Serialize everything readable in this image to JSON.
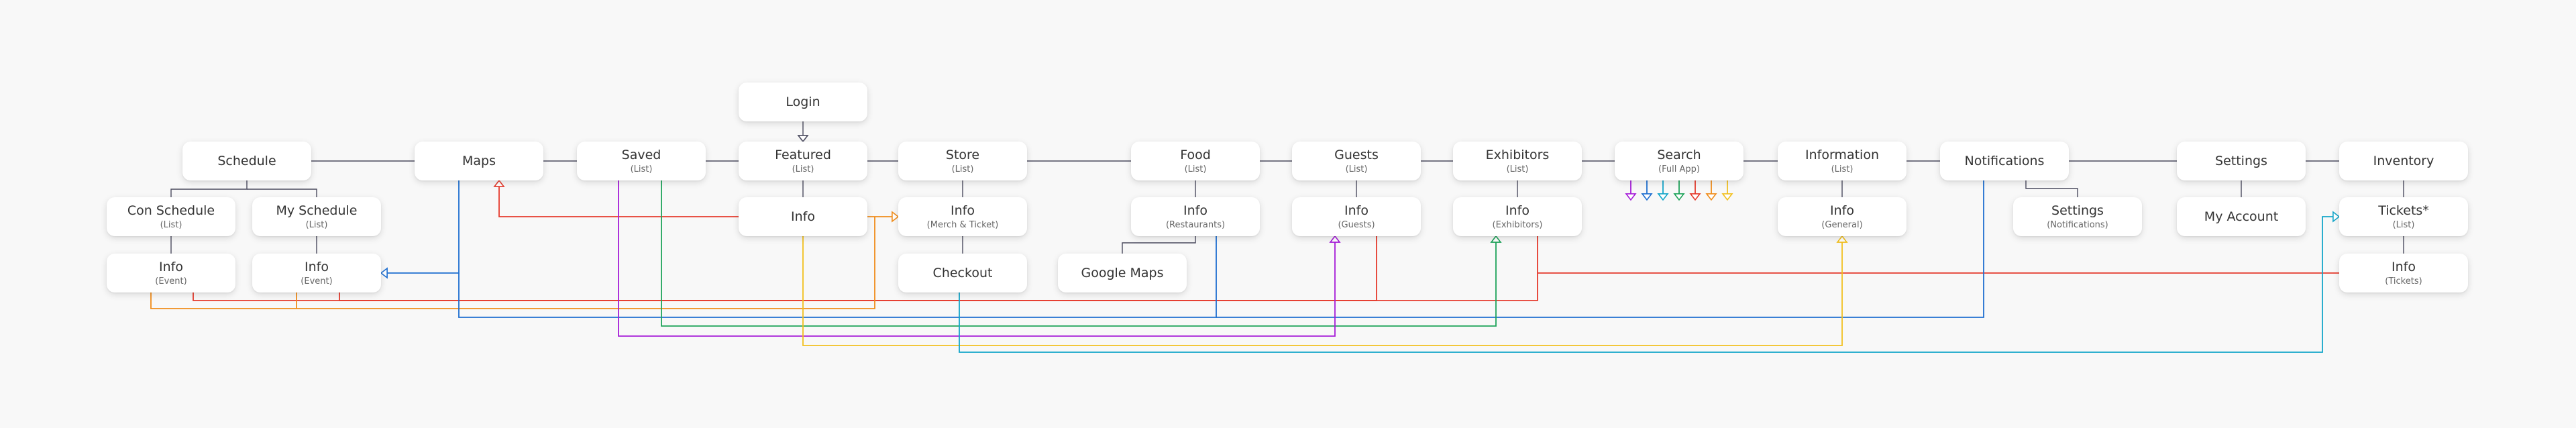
{
  "nodes": [
    {
      "id": "login",
      "label": "Login",
      "sub": ""
    },
    {
      "id": "schedule",
      "label": "Schedule",
      "sub": ""
    },
    {
      "id": "maps",
      "label": "Maps",
      "sub": ""
    },
    {
      "id": "saved",
      "label": "Saved",
      "sub": "(List)"
    },
    {
      "id": "featured",
      "label": "Featured",
      "sub": "(List)"
    },
    {
      "id": "store",
      "label": "Store",
      "sub": "(List)"
    },
    {
      "id": "food",
      "label": "Food",
      "sub": "(List)"
    },
    {
      "id": "guests",
      "label": "Guests",
      "sub": "(List)"
    },
    {
      "id": "exhibitors",
      "label": "Exhibitors",
      "sub": "(List)"
    },
    {
      "id": "search",
      "label": "Search",
      "sub": "(Full App)"
    },
    {
      "id": "information",
      "label": "Information",
      "sub": "(List)"
    },
    {
      "id": "notifications",
      "label": "Notifications",
      "sub": ""
    },
    {
      "id": "settings",
      "label": "Settings",
      "sub": ""
    },
    {
      "id": "inventory",
      "label": "Inventory",
      "sub": ""
    },
    {
      "id": "con_schedule",
      "label": "Con Schedule",
      "sub": "(List)"
    },
    {
      "id": "my_schedule",
      "label": "My Schedule",
      "sub": "(List)"
    },
    {
      "id": "featured_info",
      "label": "Info",
      "sub": ""
    },
    {
      "id": "store_info",
      "label": "Info",
      "sub": "(Merch & Ticket)"
    },
    {
      "id": "food_info",
      "label": "Info",
      "sub": "(Restaurants)"
    },
    {
      "id": "guests_info",
      "label": "Info",
      "sub": "(Guests)"
    },
    {
      "id": "exhibitors_info",
      "label": "Info",
      "sub": "(Exhibitors)"
    },
    {
      "id": "information_info",
      "label": "Info",
      "sub": "(General)"
    },
    {
      "id": "notif_settings",
      "label": "Settings",
      "sub": "(Notifications)"
    },
    {
      "id": "my_account",
      "label": "My Account",
      "sub": ""
    },
    {
      "id": "tickets",
      "label": "Tickets*",
      "sub": "(List)"
    },
    {
      "id": "con_info",
      "label": "Info",
      "sub": "(Event)"
    },
    {
      "id": "my_info",
      "label": "Info",
      "sub": "(Event)"
    },
    {
      "id": "checkout",
      "label": "Checkout",
      "sub": ""
    },
    {
      "id": "google_maps",
      "label": "Google Maps",
      "sub": ""
    },
    {
      "id": "tickets_info",
      "label": "Info",
      "sub": "(Tickets)"
    }
  ],
  "colors": {
    "tree_line": "#4a4a5e",
    "purple": "#a51dd8",
    "blue": "#1f6fd0",
    "cyan": "#13a5c9",
    "green": "#1ea35a",
    "red": "#e53a2c",
    "orange": "#f08c1a",
    "yellow": "#f2c01f"
  },
  "links": [
    {
      "from": "schedule",
      "to": "maps",
      "color": "tree_line"
    },
    {
      "from": "maps",
      "to": "saved",
      "color": "tree_line"
    },
    {
      "from": "saved",
      "to": "featured",
      "color": "tree_line"
    },
    {
      "from": "featured",
      "to": "store",
      "color": "tree_line"
    },
    {
      "from": "store",
      "to": "food",
      "color": "tree_line"
    },
    {
      "from": "food",
      "to": "guests",
      "color": "tree_line"
    },
    {
      "from": "guests",
      "to": "exhibitors",
      "color": "tree_line"
    },
    {
      "from": "exhibitors",
      "to": "search",
      "color": "tree_line"
    },
    {
      "from": "search",
      "to": "information",
      "color": "tree_line"
    },
    {
      "from": "information",
      "to": "notifications",
      "color": "tree_line"
    },
    {
      "from": "notifications",
      "to": "settings",
      "color": "tree_line"
    },
    {
      "from": "settings",
      "to": "inventory",
      "color": "tree_line"
    },
    {
      "from": "login",
      "to": "featured",
      "color": "tree_line",
      "arrow": true
    },
    {
      "from": "schedule",
      "to": "con_schedule",
      "color": "tree_line"
    },
    {
      "from": "schedule",
      "to": "my_schedule",
      "color": "tree_line"
    },
    {
      "from": "con_schedule",
      "to": "con_info",
      "color": "tree_line"
    },
    {
      "from": "my_schedule",
      "to": "my_info",
      "color": "tree_line"
    },
    {
      "from": "featured",
      "to": "featured_info",
      "color": "tree_line"
    },
    {
      "from": "store",
      "to": "store_info",
      "color": "tree_line"
    },
    {
      "from": "store_info",
      "to": "checkout",
      "color": "tree_line"
    },
    {
      "from": "food",
      "to": "food_info",
      "color": "tree_line"
    },
    {
      "from": "food_info",
      "to": "google_maps",
      "color": "tree_line"
    },
    {
      "from": "guests",
      "to": "guests_info",
      "color": "tree_line"
    },
    {
      "from": "exhibitors",
      "to": "exhibitors_info",
      "color": "tree_line"
    },
    {
      "from": "information",
      "to": "information_info",
      "color": "tree_line"
    },
    {
      "from": "notifications",
      "to": "notif_settings",
      "color": "tree_line"
    },
    {
      "from": "settings",
      "to": "my_account",
      "color": "tree_line"
    },
    {
      "from": "inventory",
      "to": "tickets",
      "color": "tree_line"
    },
    {
      "from": "tickets",
      "to": "tickets_info",
      "color": "tree_line"
    },
    {
      "from": "featured_info",
      "to": "store_info",
      "color": "orange",
      "arrow": true
    },
    {
      "from": "featured_info",
      "to": "maps",
      "color": "red",
      "arrow": true
    },
    {
      "from": "maps",
      "to": "my_info",
      "color": "blue",
      "arrow": true
    },
    {
      "from": "con_info",
      "to": "exhibitors_info",
      "color": "red"
    },
    {
      "from": "my_info",
      "to": "guests_info",
      "color": "red"
    },
    {
      "from": "tickets_info",
      "to": "maps",
      "color": "red"
    },
    {
      "from": "con_info",
      "to": "store_info",
      "color": "orange"
    },
    {
      "from": "my_info",
      "to": "store_info",
      "color": "orange"
    },
    {
      "from": "maps",
      "to": "food_info",
      "color": "blue"
    },
    {
      "from": "notifications",
      "to": "maps",
      "color": "blue"
    },
    {
      "from": "saved",
      "to": "exhibitors_info",
      "color": "green",
      "arrow": true
    },
    {
      "from": "saved",
      "to": "guests_info",
      "color": "purple",
      "arrow": true
    },
    {
      "from": "featured_info",
      "to": "information_info",
      "color": "yellow",
      "arrow": true
    },
    {
      "from": "checkout",
      "to": "tickets",
      "color": "cyan",
      "arrow": true
    },
    {
      "from": "search",
      "to": "search",
      "color": "purple",
      "arrow": true
    },
    {
      "from": "search",
      "to": "search",
      "color": "blue",
      "arrow": true
    },
    {
      "from": "search",
      "to": "search",
      "color": "cyan",
      "arrow": true
    },
    {
      "from": "search",
      "to": "search",
      "color": "green",
      "arrow": true
    },
    {
      "from": "search",
      "to": "search",
      "color": "red",
      "arrow": true
    },
    {
      "from": "search",
      "to": "search",
      "color": "orange",
      "arrow": true
    },
    {
      "from": "search",
      "to": "search",
      "color": "yellow",
      "arrow": true
    }
  ]
}
